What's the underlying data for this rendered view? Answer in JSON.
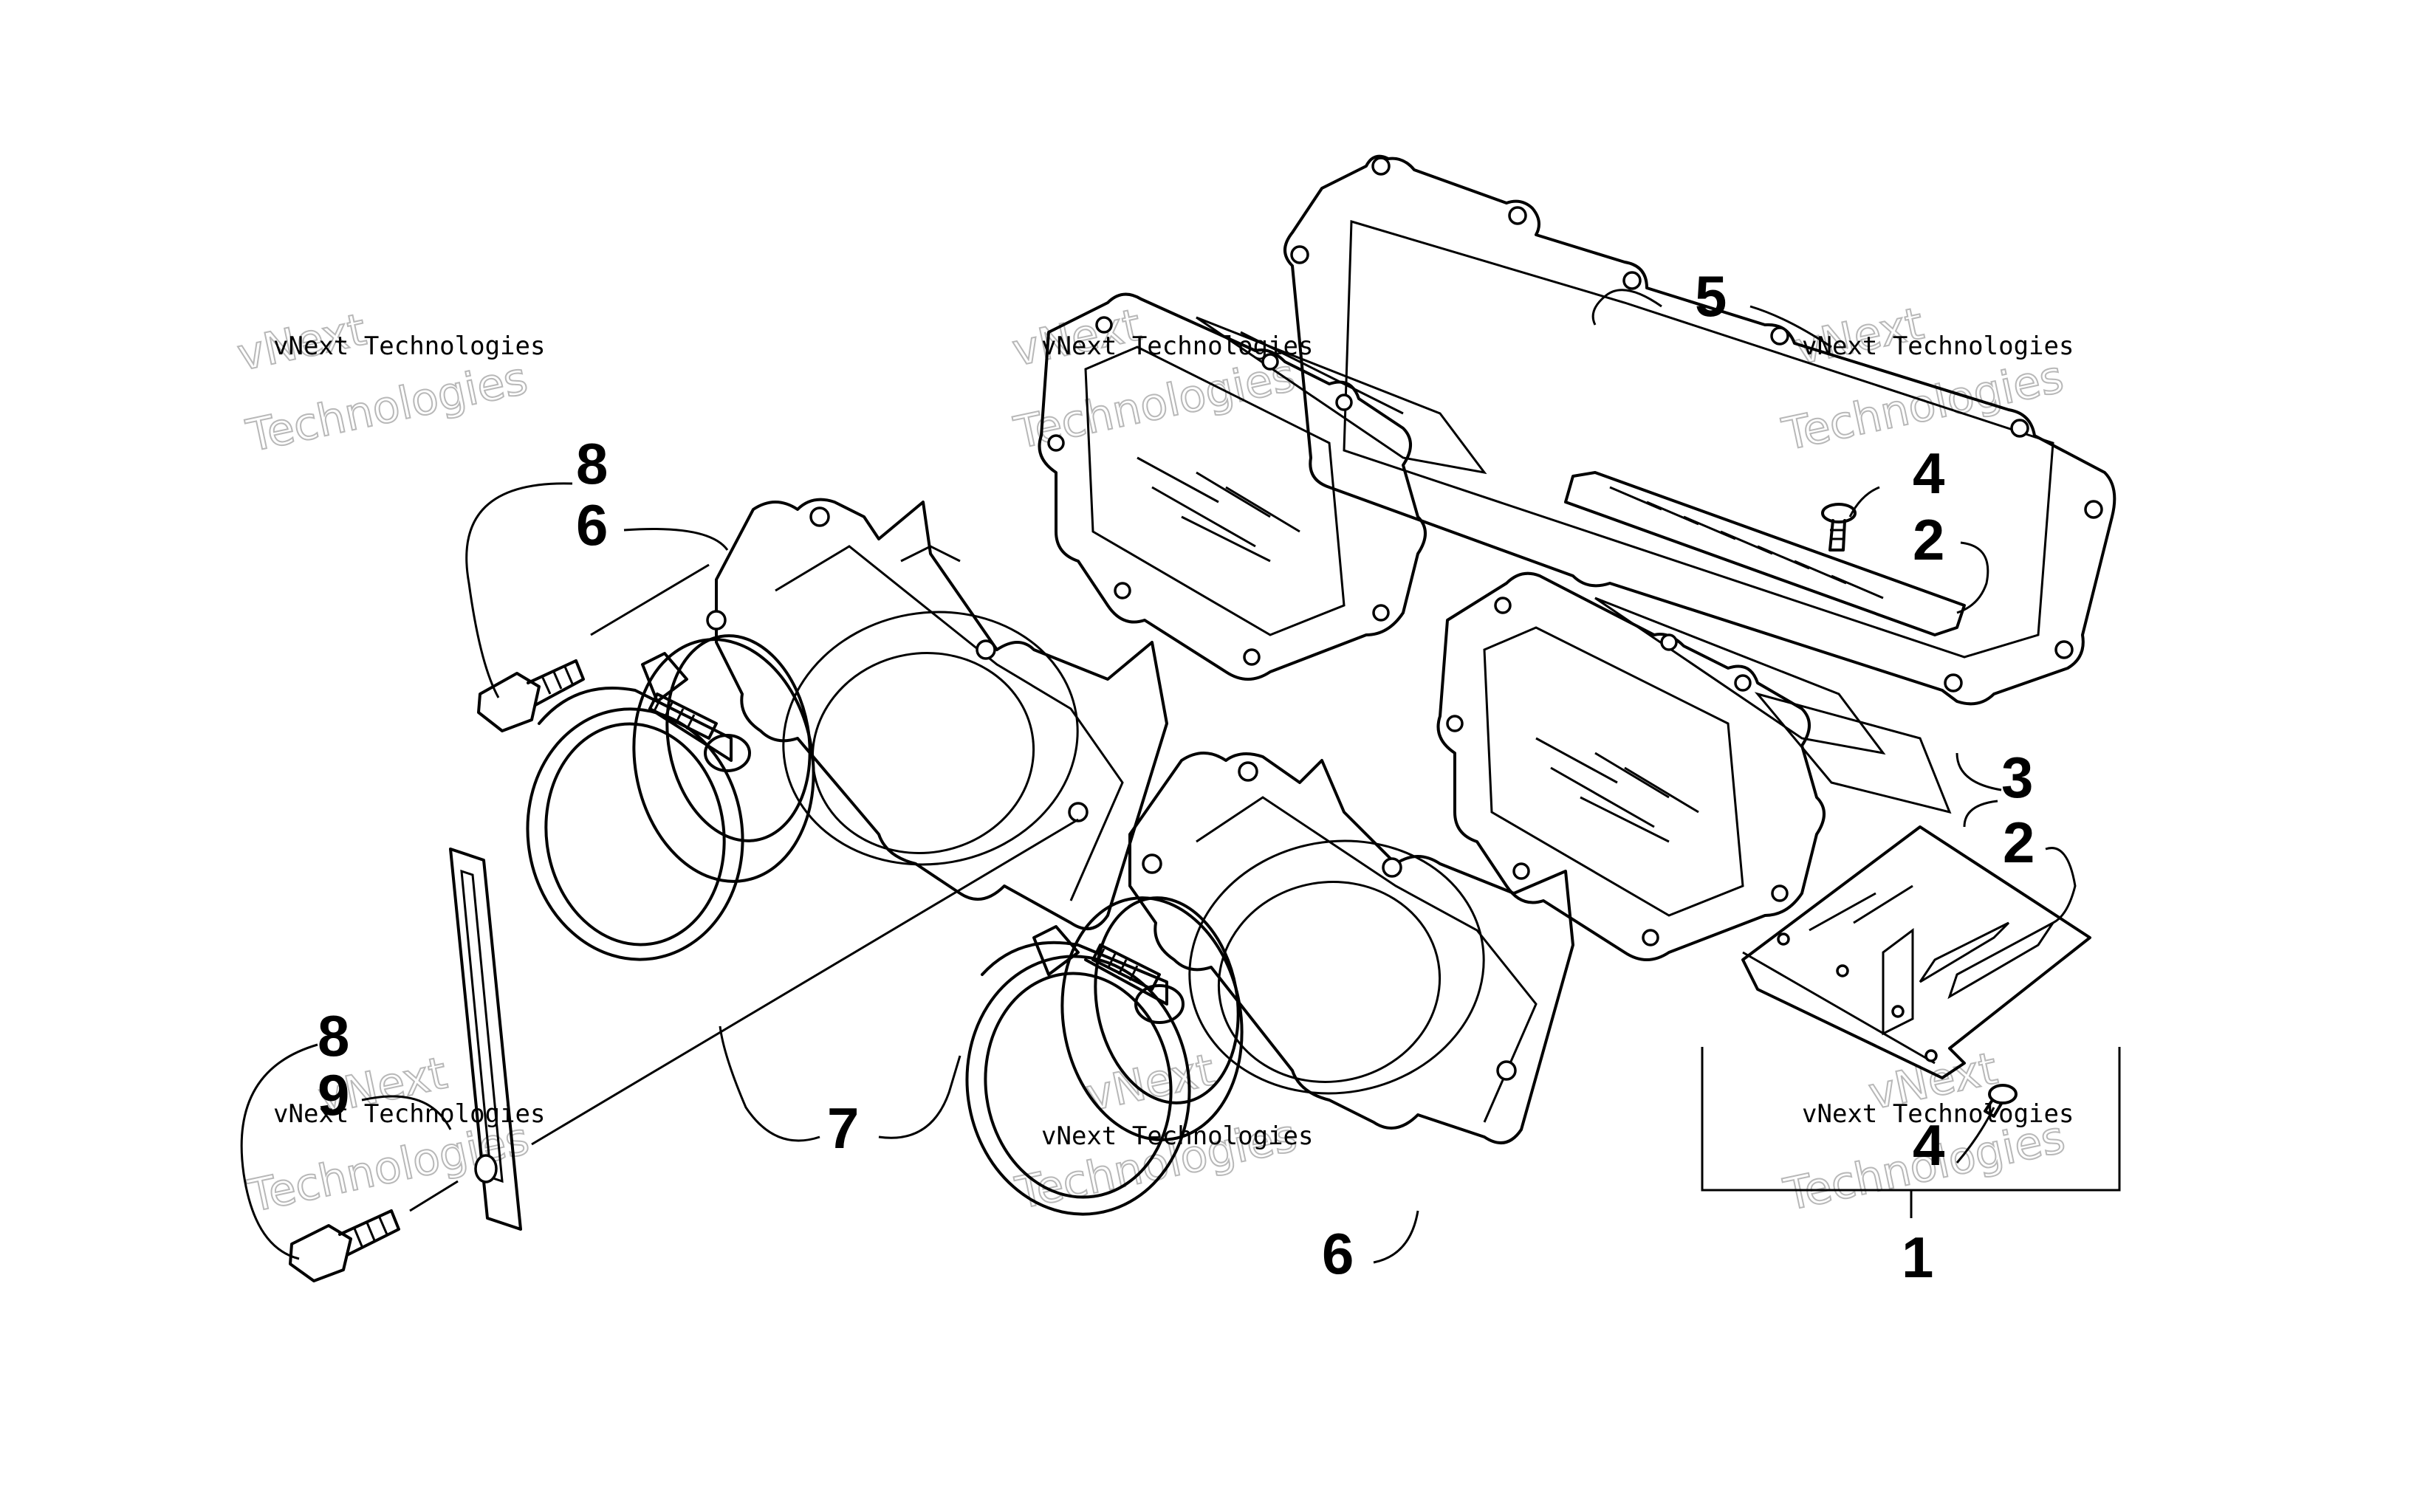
{
  "watermark": {
    "line_small": "vNext Technologies",
    "line_top": "vNext",
    "line_bottom": "Technologies"
  },
  "callouts": {
    "c1": "1",
    "c2a": "2",
    "c2b": "2",
    "c3": "3",
    "c4a": "4",
    "c4b": "4",
    "c5": "5",
    "c6a": "6",
    "c6b": "6",
    "c7": "7",
    "c8a": "8",
    "c8b": "8",
    "c9": "9"
  }
}
